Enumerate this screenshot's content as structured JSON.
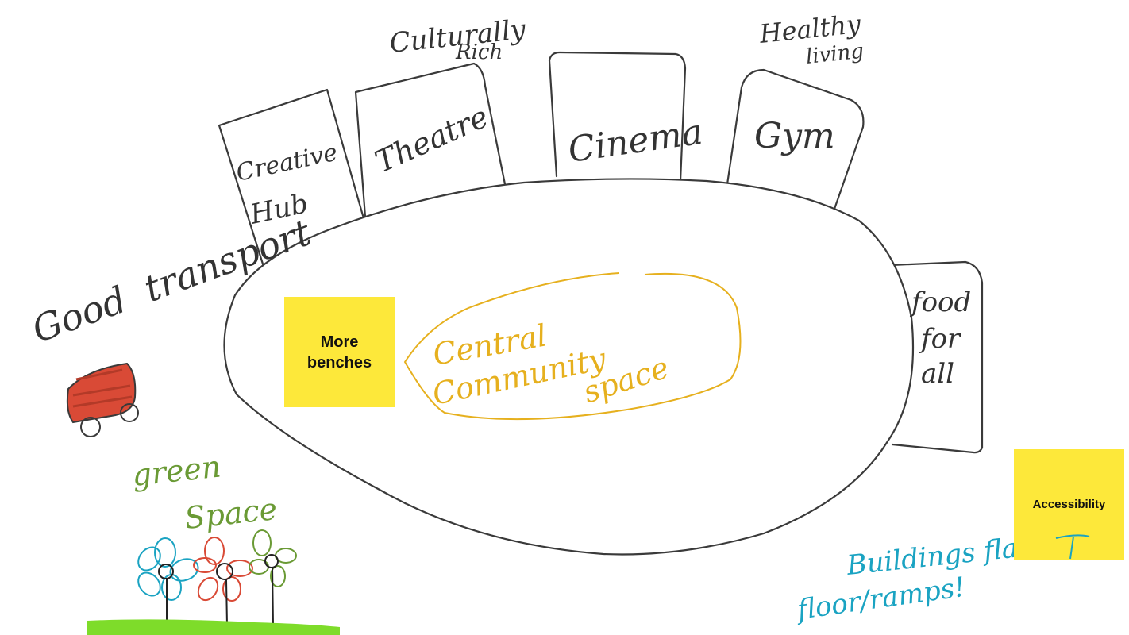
{
  "colors": {
    "sketch": "#3a3a3a",
    "sticky": "#fde83a",
    "central": "#e6b01e",
    "green": "#6a9a35",
    "teal": "#1aa3c2",
    "red": "#d94a36",
    "grass": "#7edc2a"
  },
  "labels": {
    "culturally_rich_1": "Culturally",
    "culturally_rich_2": "Rich",
    "healthy_1": "Healthy",
    "healthy_2": "living",
    "creative_1": "Creative",
    "creative_2": "Hub",
    "theatre": "Theatre",
    "cinema": "Cinema",
    "gym": "Gym",
    "food_1": "food",
    "food_2": "for",
    "food_3": "all",
    "transport_1": "Good",
    "transport_2": "transport",
    "central_1": "Central",
    "central_2": "Community",
    "central_3": "space",
    "green_1": "green",
    "green_2": "Space",
    "access_1": "Buildings flat to",
    "access_2": "floor/ramps!"
  },
  "stickies": {
    "benches": "More benches",
    "accessibility": "Accessibility"
  },
  "icons": {
    "vehicle": "red-vehicle-icon",
    "flowers": "flower-icon"
  }
}
